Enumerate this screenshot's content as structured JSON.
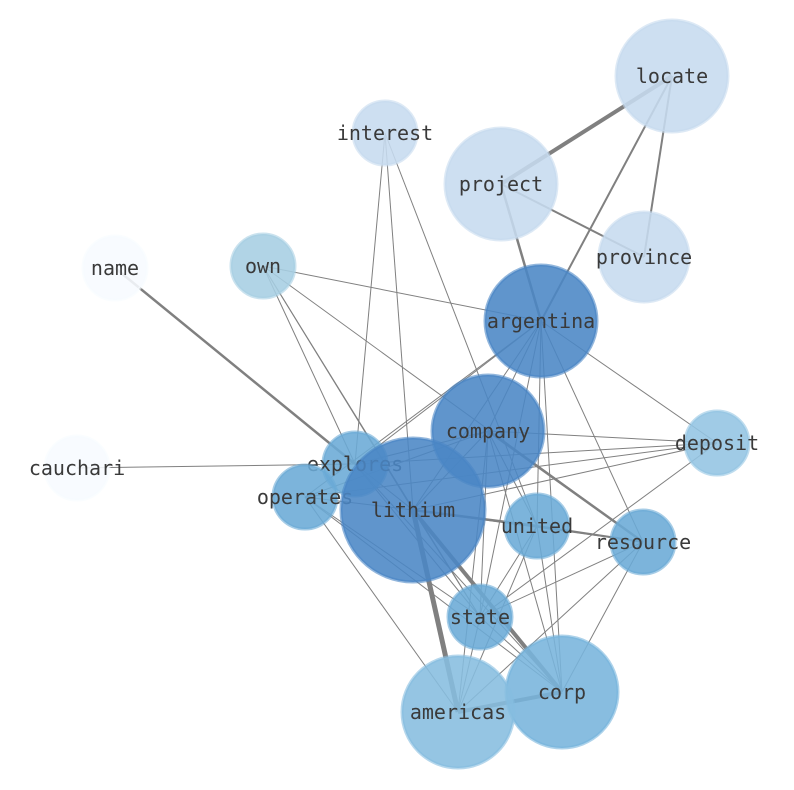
{
  "graph": {
    "nodes": [
      {
        "id": "locate",
        "label": "locate",
        "color": "#c6dbef"
      },
      {
        "id": "interest",
        "label": "interest",
        "color": "#c6dbef"
      },
      {
        "id": "project",
        "label": "project",
        "color": "#c6dbef"
      },
      {
        "id": "province",
        "label": "province",
        "color": "#c6dbef"
      },
      {
        "id": "name",
        "label": "name",
        "color": "#f7fbff"
      },
      {
        "id": "own",
        "label": "own",
        "color": "#a6cee3"
      },
      {
        "id": "argentina",
        "label": "argentina",
        "color": "#4a86c5"
      },
      {
        "id": "company",
        "label": "company",
        "color": "#4a86c5"
      },
      {
        "id": "deposit",
        "label": "deposit",
        "color": "#93c4e2"
      },
      {
        "id": "cauchari",
        "label": "cauchari",
        "color": "#f7fbff"
      },
      {
        "id": "explores",
        "label": "explores",
        "color": "#6aaad6"
      },
      {
        "id": "operates",
        "label": "operates",
        "color": "#6aaad6"
      },
      {
        "id": "lithium",
        "label": "lithium",
        "color": "#4a86c5"
      },
      {
        "id": "united",
        "label": "united",
        "color": "#6aaad6"
      },
      {
        "id": "resource",
        "label": "resource",
        "color": "#6aaad6"
      },
      {
        "id": "state",
        "label": "state",
        "color": "#6aaad6"
      },
      {
        "id": "corp",
        "label": "corp",
        "color": "#77b4dc"
      },
      {
        "id": "americas",
        "label": "americas",
        "color": "#86bddf"
      }
    ],
    "edges": [
      [
        "locate",
        "project",
        4
      ],
      [
        "locate",
        "province",
        2
      ],
      [
        "locate",
        "argentina",
        2
      ],
      [
        "project",
        "argentina",
        2.5
      ],
      [
        "project",
        "province",
        2
      ],
      [
        "name",
        "explores",
        2.5
      ],
      [
        "lithium",
        "americas",
        5
      ],
      [
        "lithium",
        "corp",
        4
      ],
      [
        "lithium",
        "united",
        2.5
      ],
      [
        "company",
        "resource",
        2.5
      ],
      [
        "americas",
        "corp",
        4
      ],
      [
        "united",
        "resource",
        2
      ],
      [
        "argentina",
        "explores",
        1
      ],
      [
        "argentina",
        "operates",
        1
      ],
      [
        "argentina",
        "lithium",
        1
      ],
      [
        "argentina",
        "company",
        1
      ],
      [
        "argentina",
        "united",
        1
      ],
      [
        "argentina",
        "resource",
        1
      ],
      [
        "argentina",
        "state",
        1
      ],
      [
        "argentina",
        "deposit",
        1
      ],
      [
        "argentina",
        "own",
        1
      ],
      [
        "argentina",
        "corp",
        1
      ],
      [
        "interest",
        "explores",
        1
      ],
      [
        "interest",
        "lithium",
        1
      ],
      [
        "interest",
        "united",
        1
      ],
      [
        "own",
        "explores",
        1
      ],
      [
        "own",
        "lithium",
        1
      ],
      [
        "own",
        "state",
        1
      ],
      [
        "own",
        "resource",
        1
      ],
      [
        "company",
        "deposit",
        1
      ],
      [
        "company",
        "explores",
        1
      ],
      [
        "company",
        "operates",
        1
      ],
      [
        "company",
        "lithium",
        1
      ],
      [
        "company",
        "united",
        1
      ],
      [
        "company",
        "state",
        1
      ],
      [
        "company",
        "corp",
        1
      ],
      [
        "company",
        "americas",
        1
      ],
      [
        "deposit",
        "explores",
        1
      ],
      [
        "deposit",
        "operates",
        1
      ],
      [
        "deposit",
        "lithium",
        1
      ],
      [
        "deposit",
        "state",
        1
      ],
      [
        "cauchari",
        "explores",
        1
      ],
      [
        "explores",
        "lithium",
        1
      ],
      [
        "explores",
        "state",
        1
      ],
      [
        "explores",
        "corp",
        1
      ],
      [
        "operates",
        "lithium",
        1
      ],
      [
        "operates",
        "state",
        1
      ],
      [
        "operates",
        "corp",
        1
      ],
      [
        "operates",
        "americas",
        1
      ],
      [
        "lithium",
        "state",
        1
      ],
      [
        "lithium",
        "resource",
        1
      ],
      [
        "united",
        "state",
        1
      ],
      [
        "united",
        "corp",
        1
      ],
      [
        "united",
        "americas",
        1
      ],
      [
        "resource",
        "state",
        1
      ],
      [
        "resource",
        "corp",
        1
      ],
      [
        "resource",
        "americas",
        1
      ],
      [
        "state",
        "corp",
        1
      ],
      [
        "state",
        "americas",
        1
      ]
    ]
  },
  "style": {
    "edge_color": "#808080",
    "node_stroke": "#9ec3df"
  }
}
